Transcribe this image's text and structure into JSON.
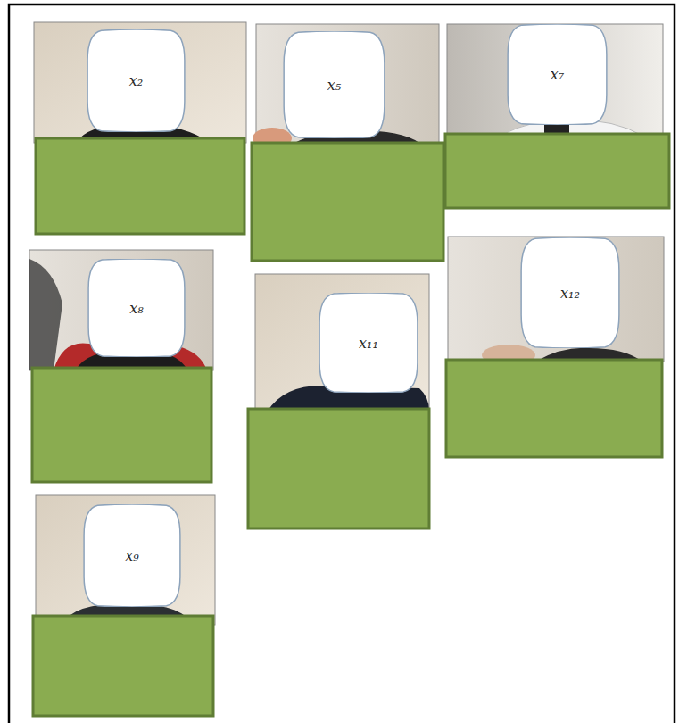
{
  "diagram": {
    "nodes": [
      {
        "text": [
          "x₂"
        ]
      },
      {
        "text": [
          "x₅"
        ]
      },
      {
        "text": [
          "x₇"
        ]
      },
      {
        "text": [
          "x₈"
        ]
      },
      {
        "text": [
          "x₁₁"
        ]
      },
      {
        "text": [
          "x₁₂"
        ]
      },
      {
        "text": [
          "x₉"
        ]
      }
    ]
  }
}
